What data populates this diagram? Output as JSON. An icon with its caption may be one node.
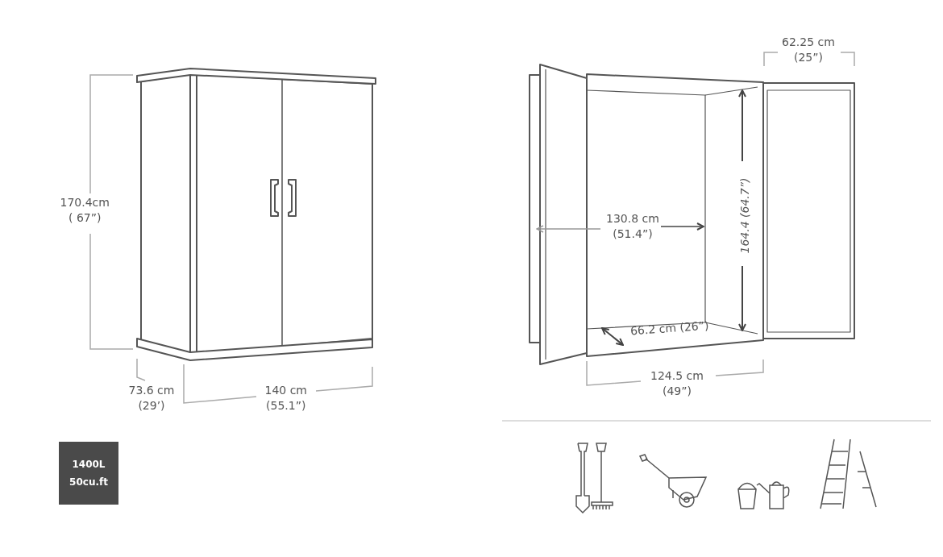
{
  "diagram": {
    "nodes": [
      {
        "text": [
          "1400L 50cu.ft"
        ]
      }
    ],
    "labels": [
      "62.25 cm (25”)",
      "170.4cm ( 67”)",
      "130.8 cm (51.4”)",
      "164.4 (64.7”)",
      "66.2 cm (26”)",
      "73.6 cm (29’)",
      "140 cm (55.1”)",
      "124.5 cm (49”)"
    ]
  }
}
